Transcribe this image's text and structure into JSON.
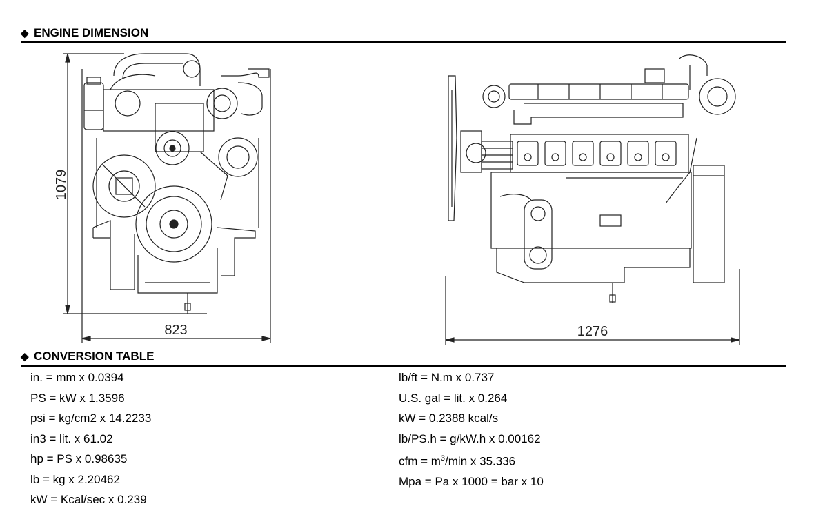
{
  "sections": {
    "engine_dimension": "ENGINE DIMENSION",
    "conversion_table": "CONVERSION TABLE"
  },
  "dimensions": {
    "height": "1079",
    "width_front": "823",
    "length_side": "1276"
  },
  "conversion": {
    "left": [
      "in. = mm x 0.0394",
      "PS = kW x 1.3596",
      "psi = kg/cm2 x 14.2233",
      "in3 = lit. x 61.02",
      "hp = PS x 0.98635",
      "lb = kg x 2.20462",
      "kW = Kcal/sec x 0.239"
    ],
    "right": {
      "r1": "lb/ft = N.m x 0.737",
      "r2": "U.S. gal = lit. x 0.264",
      "r3": "kW = 0.2388 kcal/s",
      "r4": "lb/PS.h = g/kW.h x 0.00162",
      "r5_pre": "cfm = m",
      "r5_sup": "3",
      "r5_post": "/min x 35.336",
      "r6": "Mpa = Pa x 1000 = bar x 10"
    }
  },
  "icons": {
    "section_marker": "diamond-icon"
  }
}
